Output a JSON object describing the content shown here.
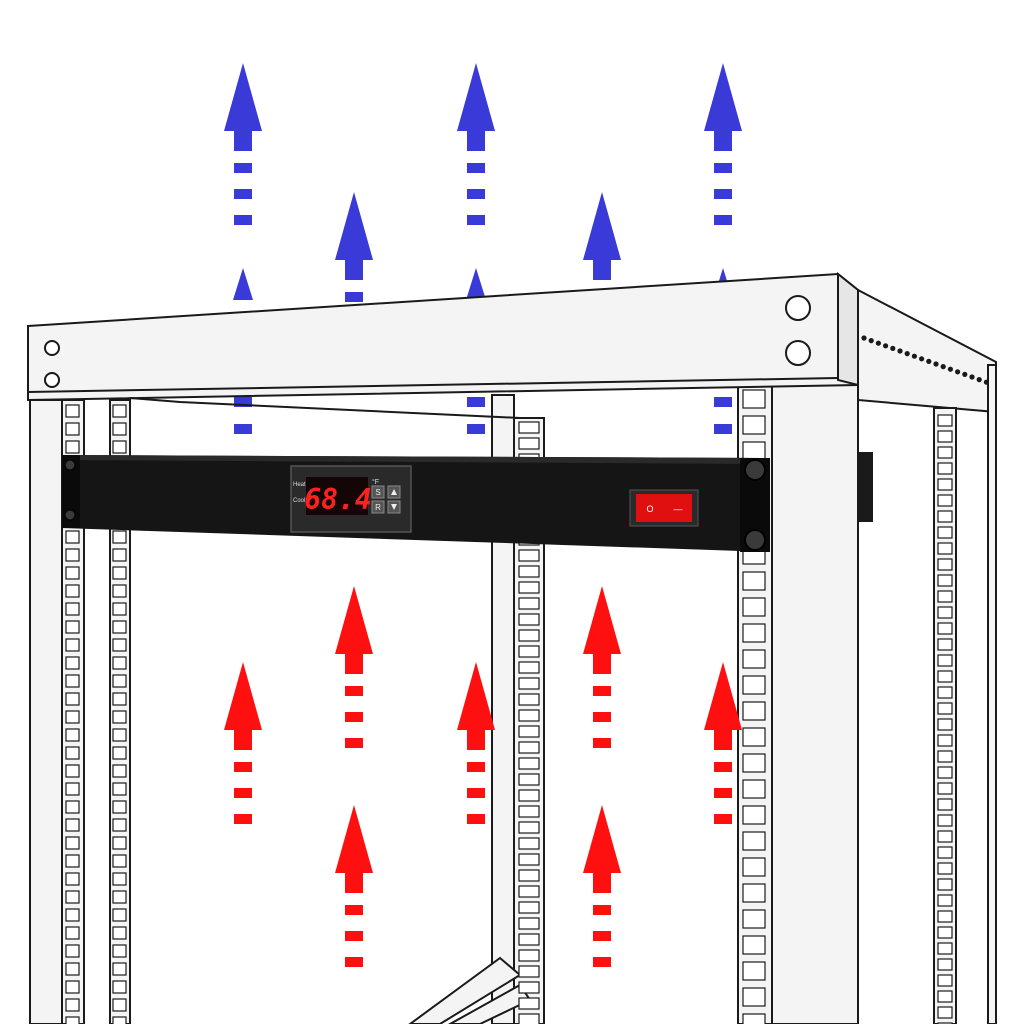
{
  "controller": {
    "reading": "68.4",
    "unit": "°F",
    "heat_label": "Heat",
    "cool_label": "Cool",
    "button_set": "S",
    "button_reset": "R",
    "digit_color": "#ff2020",
    "display_bg": "#140606"
  },
  "power_switch": {
    "on_mark": "O",
    "off_mark": "—",
    "color": "#e01010"
  },
  "airflow": {
    "cool_color": "#3a3ad8",
    "heat_color": "#ff1010",
    "cool_label": "",
    "heat_label": ""
  },
  "colors": {
    "rack": "#f4f4f4",
    "rack_outline": "#1a1a1a",
    "panel": "#151515"
  }
}
